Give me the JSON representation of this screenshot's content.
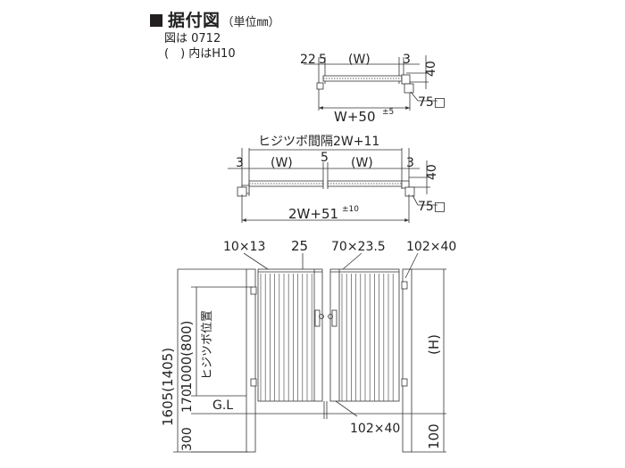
{
  "header": {
    "title": "据付図",
    "unit": "（単位㎜）",
    "note1": "図は 0712",
    "note2": "(　) 内はH10"
  },
  "single_plan": {
    "dim_22": "22",
    "dim_5": "5",
    "dim_w": "(W)",
    "dim_3": "3",
    "dim_40": "40",
    "total": "W+50",
    "tol": "±5",
    "post": "75□"
  },
  "double_plan": {
    "spacing": "ヒジツボ間隔2W+11",
    "dim_3_left": "3",
    "dim_w_left": "(W)",
    "dim_5": "5",
    "dim_w_right": "(W)",
    "dim_3_right": "3",
    "dim_40": "40",
    "total": "2W+51",
    "tol": "±10",
    "post": "75□"
  },
  "elevation": {
    "lbl_10x13": "10×13",
    "lbl_25": "25",
    "lbl_70x23_5": "70×23.5",
    "lbl_102x40_top": "102×40",
    "lbl_102x40_bottom": "102×40",
    "lbl_1605": "1605(1405)",
    "lbl_1000": "1000(800)",
    "lbl_hinge": "ヒジツボ位置",
    "lbl_170": "170",
    "lbl_300": "300",
    "lbl_gl": "G.L",
    "lbl_h": "(H)",
    "lbl_100": "100"
  }
}
